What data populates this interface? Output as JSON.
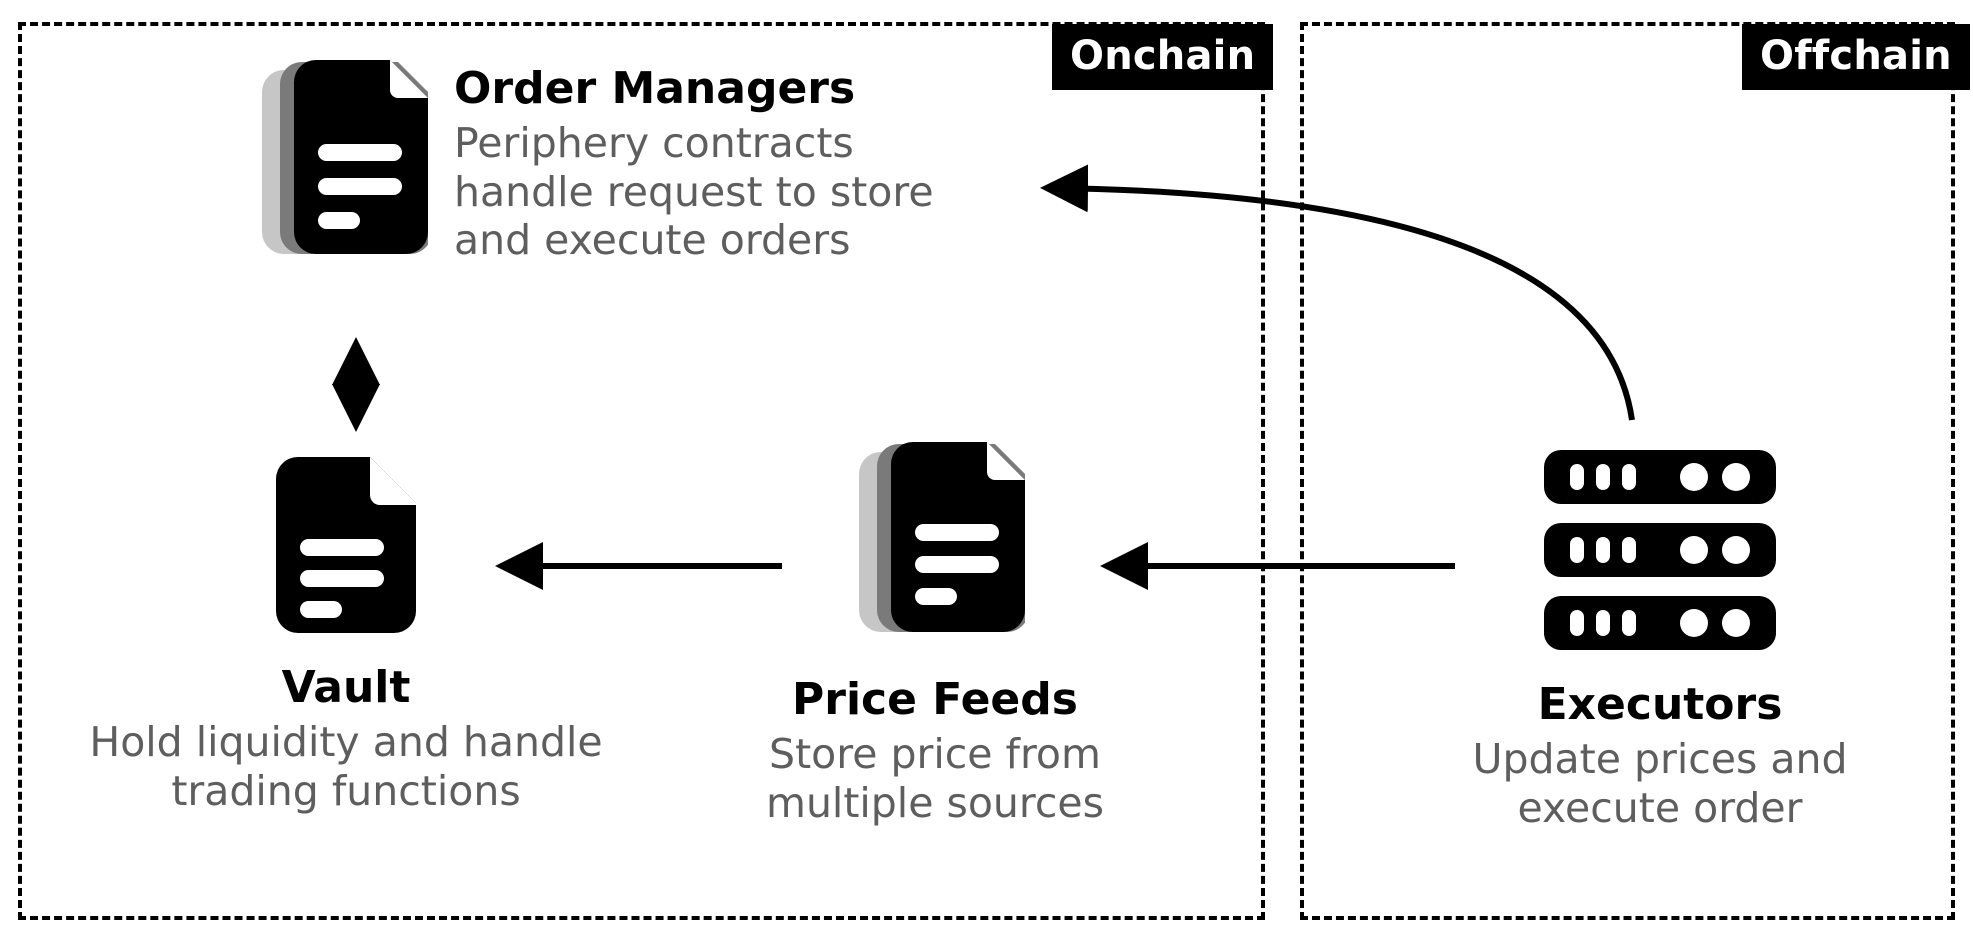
{
  "zones": [
    {
      "id": "onchain",
      "label": "Onchain"
    },
    {
      "id": "offchain",
      "label": "Offchain"
    }
  ],
  "nodes": {
    "order_managers": {
      "title": "Order Managers",
      "description": "Periphery contracts handle request to store and execute orders",
      "description_lines": [
        "Periphery contracts",
        "handle request to store",
        "and execute orders"
      ],
      "icon": "document-stack-icon"
    },
    "vault": {
      "title": "Vault",
      "description": "Hold liquidity and handle trading functions",
      "description_lines": [
        "Hold liquidity and handle",
        "trading functions"
      ],
      "icon": "document-icon"
    },
    "price_feeds": {
      "title": "Price Feeds",
      "description": "Store price from multiple sources",
      "description_lines": [
        "Store price from",
        "multiple sources"
      ],
      "icon": "document-stack-icon"
    },
    "executors": {
      "title": "Executors",
      "description": "Update prices and execute order",
      "description_lines": [
        "Update prices and",
        "execute order"
      ],
      "icon": "server-rack-icon"
    }
  },
  "connections": [
    {
      "id": "order-managers-vault",
      "from": "order_managers",
      "to": "vault",
      "style": "double-arrow-vertical"
    },
    {
      "id": "price-feeds-vault",
      "from": "price_feeds",
      "to": "vault",
      "style": "arrow-left"
    },
    {
      "id": "executors-price-feeds",
      "from": "executors",
      "to": "price_feeds",
      "style": "arrow-left"
    },
    {
      "id": "executors-order-managers",
      "from": "executors",
      "to": "order_managers",
      "style": "curved-arrow"
    }
  ],
  "colors": {
    "ink": "#000000",
    "muted_text": "#5e5e5e",
    "shadow_light": "#c6c6c6",
    "shadow_dark": "#7a7a7a",
    "background": "#ffffff"
  }
}
